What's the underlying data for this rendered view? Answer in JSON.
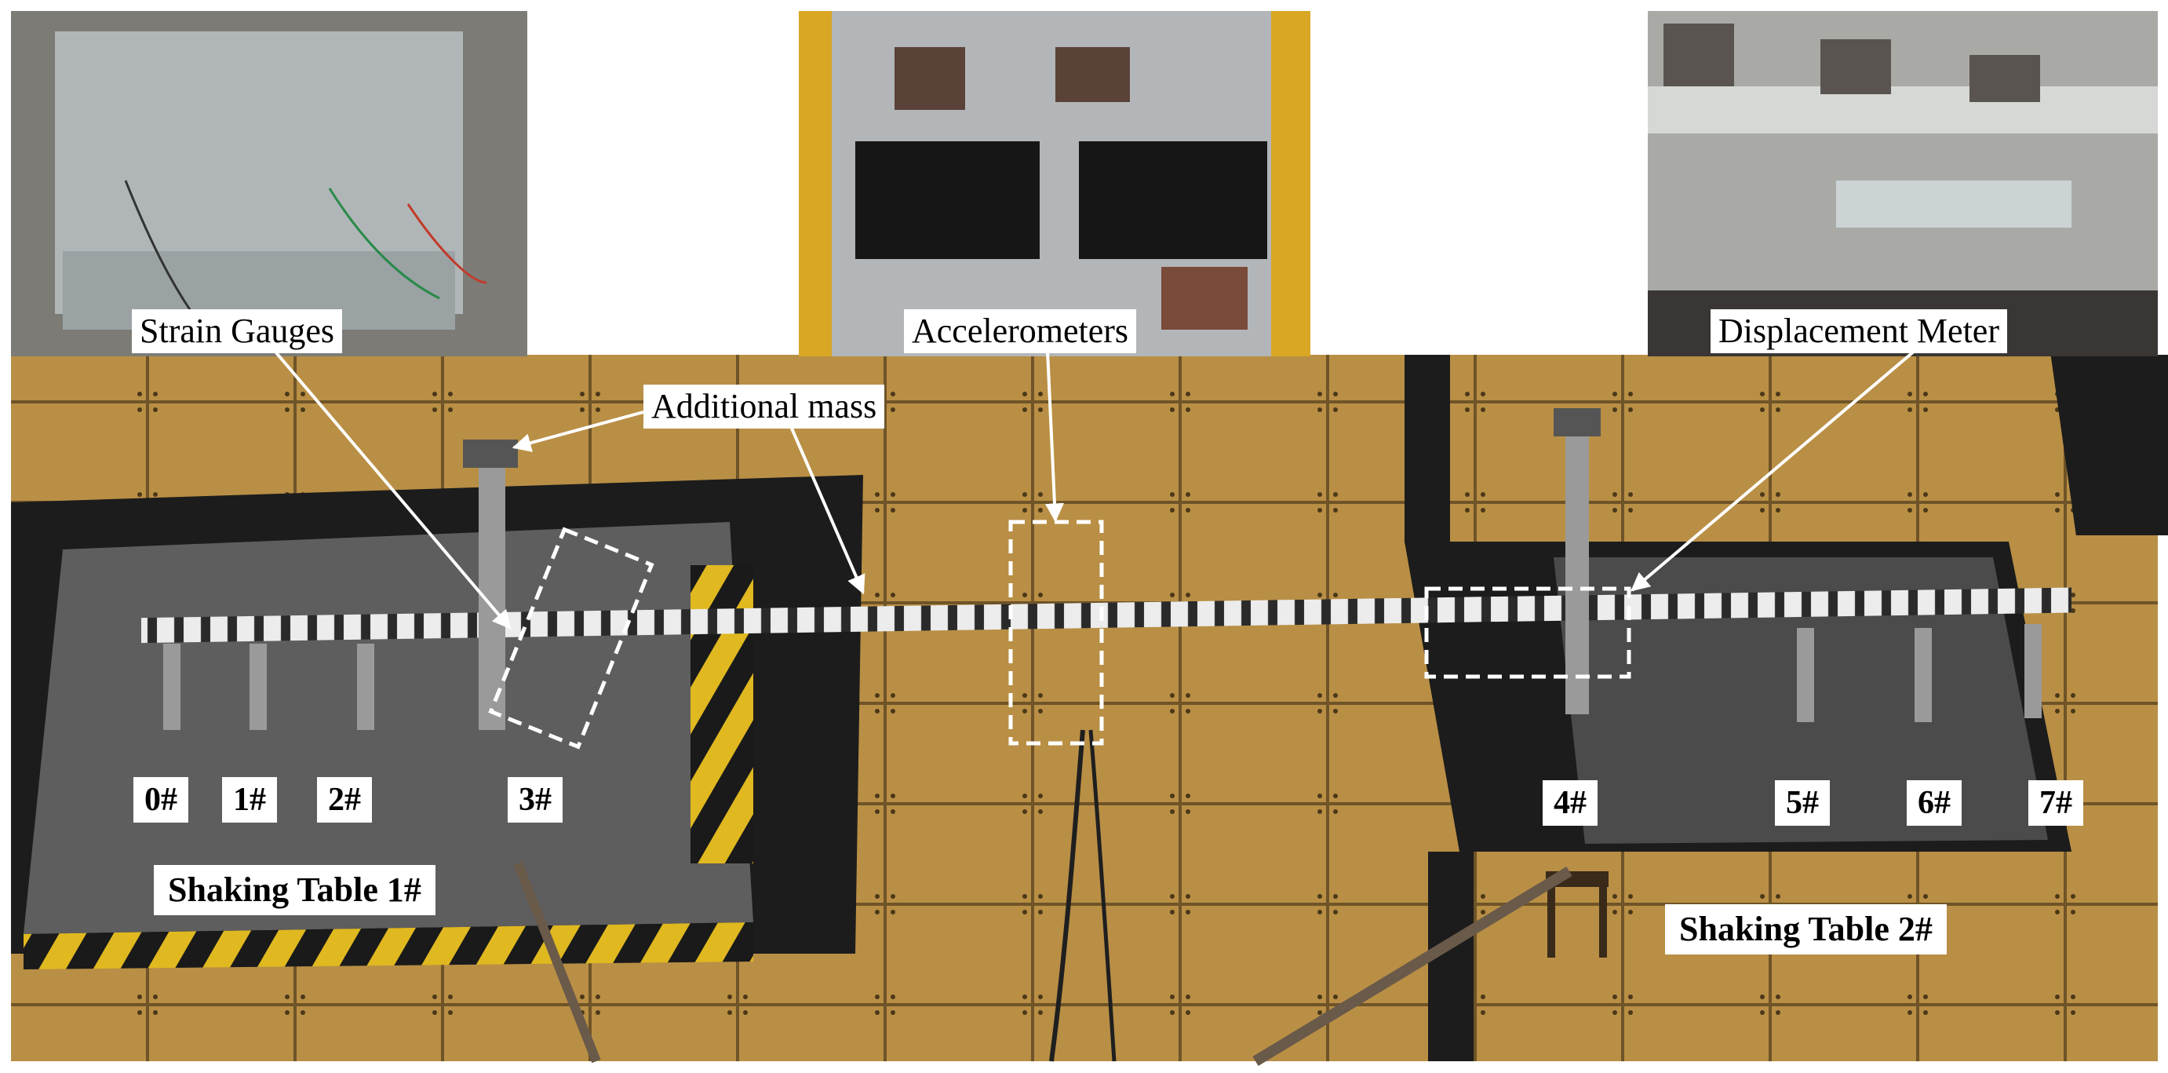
{
  "figure": {
    "description_free": true,
    "colors": {
      "floor_tile": "#b98f45",
      "floor_tile_dark": "#8a6a34",
      "pit": "#1c1c1c",
      "table_plate": "#5e5e5e",
      "hazard_yellow": "#e0b820",
      "beam_white": "#f2f2f2",
      "label_bg": "#ffffff",
      "arrow": "#ffffff"
    }
  },
  "labels": {
    "strain_gauges": "Strain Gauges",
    "accelerometers": "Accelerometers",
    "displacement_meter": "Displacement Meter",
    "additional_mass": "Additional mass",
    "table1": "Shaking Table 1#",
    "table2": "Shaking Table 2#",
    "piers": [
      "0#",
      "1#",
      "2#",
      "3#",
      "4#",
      "5#",
      "6#",
      "7#"
    ]
  },
  "icons": {
    "arrow": "arrow-icon",
    "dashed_box": "dashed-box-icon"
  }
}
